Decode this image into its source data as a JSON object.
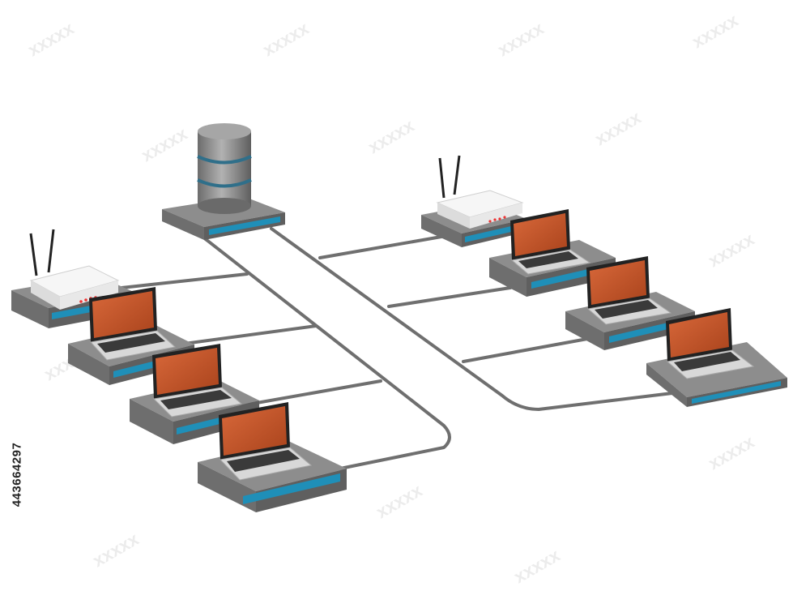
{
  "stock_id": "443664297",
  "colors": {
    "background": "#ffffff",
    "platform_top": "#8a8a8a",
    "platform_side": "#6e6e6e",
    "platform_stripe": "#1f8fb8",
    "cable": "#6f6f6f",
    "screen": "#c8562a",
    "laptop_body": "#d9d9d9",
    "router": "#f2f2f2",
    "database": "#8b8b8b",
    "watermark": "#e8e8e8"
  },
  "nodes": [
    {
      "kind": "database",
      "name": "database-server-icon"
    },
    {
      "kind": "router",
      "name": "router-left-icon"
    },
    {
      "kind": "router",
      "name": "router-right-icon"
    },
    {
      "kind": "laptop",
      "name": "laptop-left-1-icon"
    },
    {
      "kind": "laptop",
      "name": "laptop-left-2-icon"
    },
    {
      "kind": "laptop",
      "name": "laptop-left-3-icon"
    },
    {
      "kind": "laptop",
      "name": "laptop-right-1-icon"
    },
    {
      "kind": "laptop",
      "name": "laptop-right-2-icon"
    },
    {
      "kind": "laptop",
      "name": "laptop-right-3-icon"
    }
  ]
}
